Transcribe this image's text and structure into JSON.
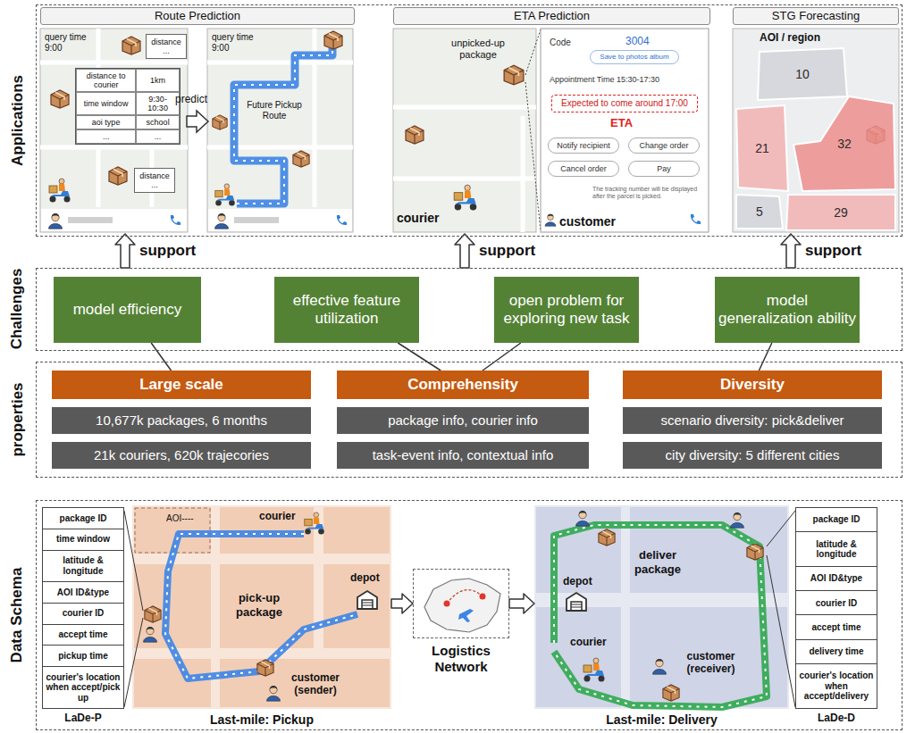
{
  "diagram": {
    "nodes": [
      {
        "text": [
          "Applications"
        ]
      },
      {
        "text": [
          "Route Prediction"
        ],
        "in": 0
      },
      {
        "text": [
          "ETA Prediction"
        ],
        "in": 0
      },
      {
        "text": [
          "STG Forecasting"
        ],
        "in": 0
      },
      {
        "text": [
          "distance ..."
        ],
        "in": 1
      },
      {
        "text": [
          "distance to courier",
          "1km",
          "time window",
          "9:30-10:30",
          "aoi type",
          "school",
          "...",
          "..."
        ],
        "in": 1
      },
      {
        "text": [
          "distance ..."
        ],
        "in": 1
      },
      {
        "text": [
          "Code",
          "3004",
          "Appointment Time 15:30-17:30",
          "ETA",
          "The tracking number will be displayed after the parcel is picked."
        ],
        "in": 2
      },
      {
        "text": [
          "Save to photos album"
        ],
        "in": 7
      },
      {
        "text": [
          "Expected to come around 17:00"
        ],
        "in": 7
      },
      {
        "text": [
          "Notify recipient"
        ],
        "in": 7
      },
      {
        "text": [
          "Change order"
        ],
        "in": 7
      },
      {
        "text": [
          "Cancel order"
        ],
        "in": 7
      },
      {
        "text": [
          "Pay"
        ],
        "in": 7
      },
      {
        "text": [
          "10"
        ],
        "in": 3
      },
      {
        "text": [
          "32"
        ],
        "in": 3
      },
      {
        "text": [
          "21"
        ],
        "in": 3
      },
      {
        "text": [
          "5"
        ],
        "in": 3
      },
      {
        "text": [
          "29"
        ],
        "in": 3
      },
      {
        "text": [
          "Challenges"
        ]
      },
      {
        "text": [
          "model efficiency"
        ],
        "in": 19
      },
      {
        "text": [
          "effective feature utilization"
        ],
        "in": 19
      },
      {
        "text": [
          "open problem for exploring new task"
        ],
        "in": 19
      },
      {
        "text": [
          "model generalization ability"
        ],
        "in": 19
      },
      {
        "text": [
          "properties"
        ]
      },
      {
        "text": [
          "Large scale"
        ],
        "in": 24
      },
      {
        "text": [
          "Comprehensity"
        ],
        "in": 24
      },
      {
        "text": [
          "Diversity"
        ],
        "in": 24
      },
      {
        "text": [
          "10,677k packages, 6 months"
        ],
        "in": 24
      },
      {
        "text": [
          "21k couriers, 620k trajecories"
        ],
        "in": 24
      },
      {
        "text": [
          "package info, courier info"
        ],
        "in": 24
      },
      {
        "text": [
          "task-event info, contextual info"
        ],
        "in": 24
      },
      {
        "text": [
          "scenario diversity: pick&deliver"
        ],
        "in": 24
      },
      {
        "text": [
          "city diversity: 5 different cities"
        ],
        "in": 24
      },
      {
        "text": [
          "Data Schema"
        ]
      },
      {
        "text": [
          "package ID",
          "time window",
          "latitude & longitude",
          "AOI ID&type",
          "courier ID",
          "accept time",
          "pickup time",
          "courier's location when accept/pick up",
          "LaDe-P"
        ],
        "in": 34
      },
      {
        "text": [
          "Last-mile: Pickup"
        ],
        "in": 34
      },
      {
        "text": [
          "Logistics Network"
        ],
        "in": 34
      },
      {
        "text": [
          "Last-mile: Delivery"
        ],
        "in": 34
      },
      {
        "text": [
          "package ID",
          "latitude & longitude",
          "AOI ID&type",
          "courier ID",
          "accept time",
          "delivery time",
          "courier's location when accept/delivery",
          "LaDe-D"
        ],
        "in": 34
      }
    ],
    "edges": [
      {
        "from": 19,
        "to": 1,
        "arrow": "to",
        "label": "support"
      },
      {
        "from": 19,
        "to": 2,
        "arrow": "to",
        "label": "support"
      },
      {
        "from": 19,
        "to": 3,
        "arrow": "to",
        "label": "support"
      },
      {
        "from": 25,
        "to": 20,
        "arrow": "none"
      },
      {
        "from": 26,
        "to": 21,
        "arrow": "none"
      },
      {
        "from": 26,
        "to": 22,
        "arrow": "none"
      },
      {
        "from": 27,
        "to": 23,
        "arrow": "none"
      },
      {
        "from": 36,
        "to": 37,
        "arrow": "to"
      },
      {
        "from": 37,
        "to": 38,
        "arrow": "to"
      }
    ],
    "labels": [
      "query time 9:00",
      "predict",
      "query time 9:00",
      "Future Pickup Route",
      "unpicked-up package",
      "courier",
      "customer",
      "AOI / region",
      "AOI----",
      "courier",
      "depot",
      "pick-up package",
      "customer (sender)",
      "depot",
      "deliver package",
      "courier",
      "customer (receiver)"
    ]
  }
}
